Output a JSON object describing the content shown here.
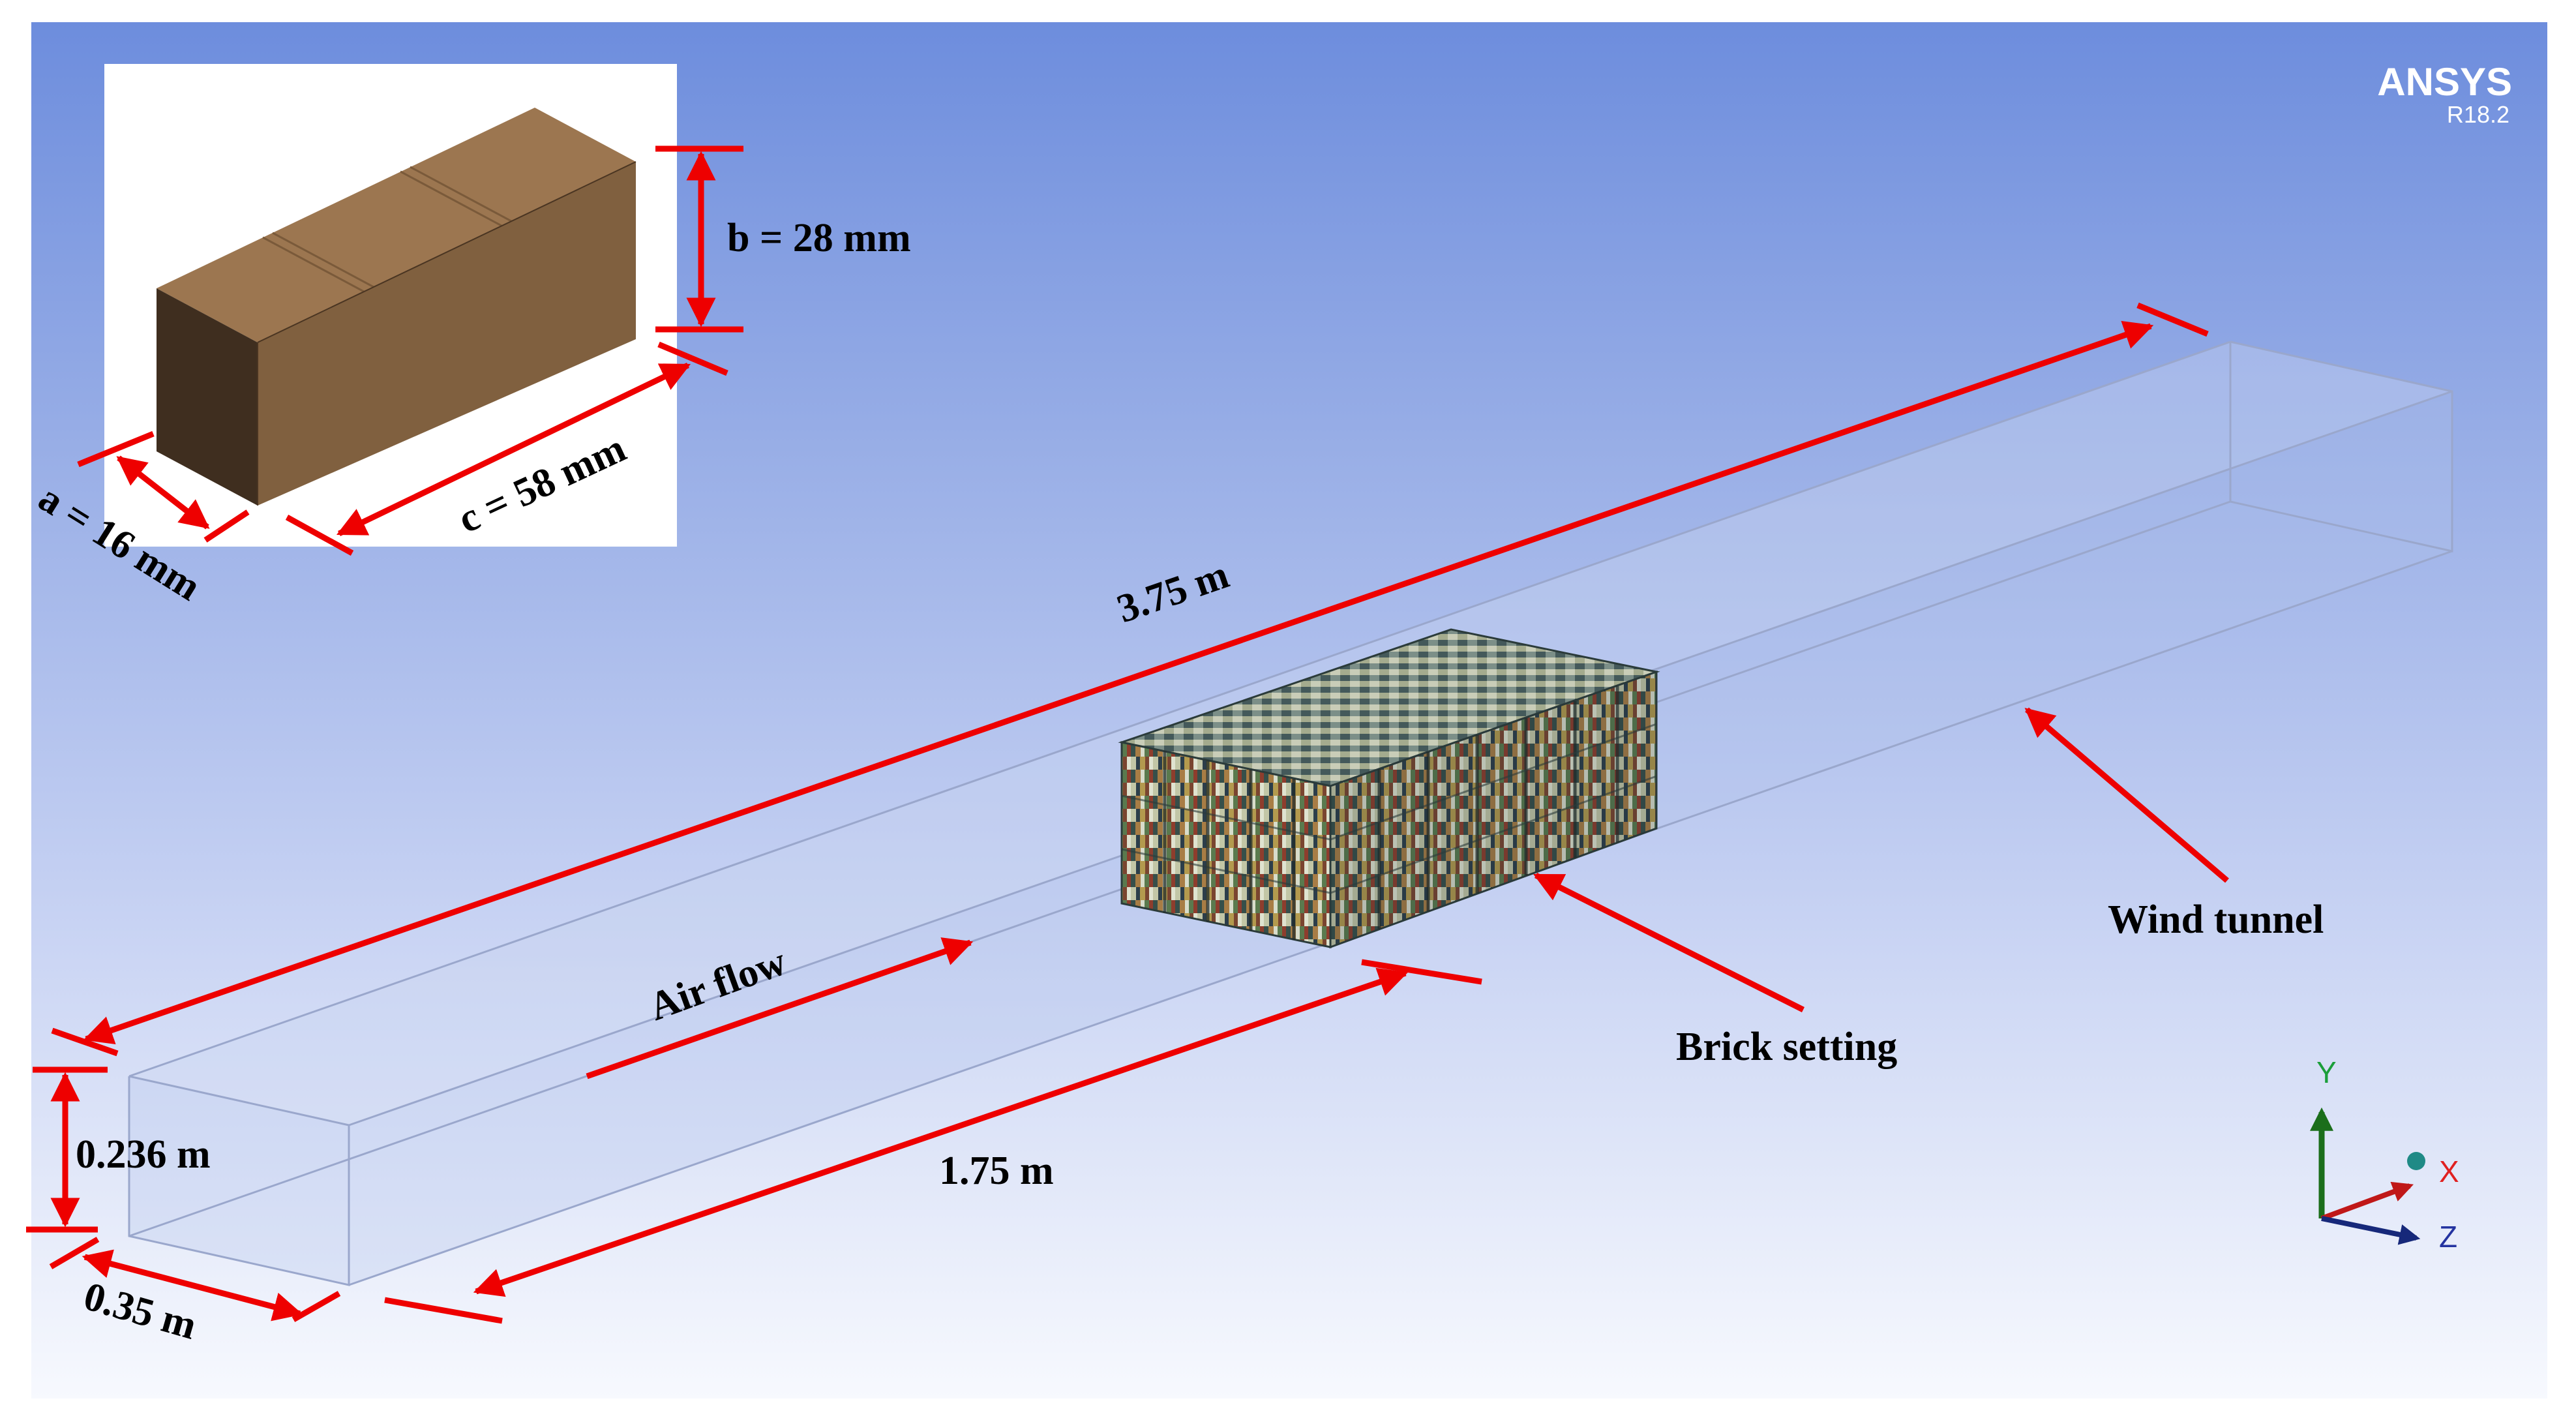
{
  "brand": {
    "name": "ANSYS",
    "version": "R18.2"
  },
  "inset": {
    "dim_b": "b = 28 mm",
    "dim_c": "c = 58 mm",
    "dim_a": "a = 16 mm",
    "brick_color": "#9c7650"
  },
  "labels": {
    "length_total": "3.75 m",
    "height": "0.236 m",
    "width": "0.35 m",
    "length_upstream": "1.75 m",
    "air_flow": "Air flow",
    "brick_setting": "Brick setting",
    "wind_tunnel": "Wind tunnel"
  },
  "triad": {
    "y": "Y",
    "x": "X",
    "z": "Z",
    "y_color": "#1b6e1b",
    "x_color": "#c01818",
    "z_color": "#16287a"
  },
  "colors": {
    "annotation": "#ee0000"
  }
}
